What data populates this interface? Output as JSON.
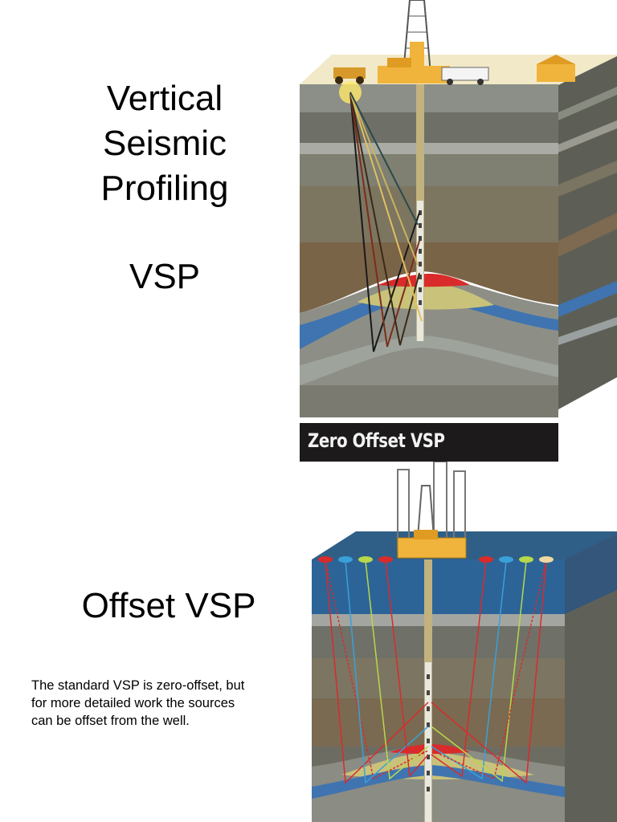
{
  "title_lines": [
    "Vertical",
    "Seismic",
    "Profiling"
  ],
  "vsp_label": "VSP",
  "offset_title": "Offset VSP",
  "description_lines": [
    "The standard VSP is zero-offset, but",
    "for more detailed work the sources",
    "can be offset from the well."
  ],
  "zero_offset_caption": "Zero Offset VSP",
  "colors": {
    "reservoir_red": "#d92b2b",
    "reservoir_yellow": "#c9c27a",
    "water_blue": "#3f74b0",
    "rig_orange": "#f0b43c",
    "caption_bg": "#1c1a1a"
  }
}
